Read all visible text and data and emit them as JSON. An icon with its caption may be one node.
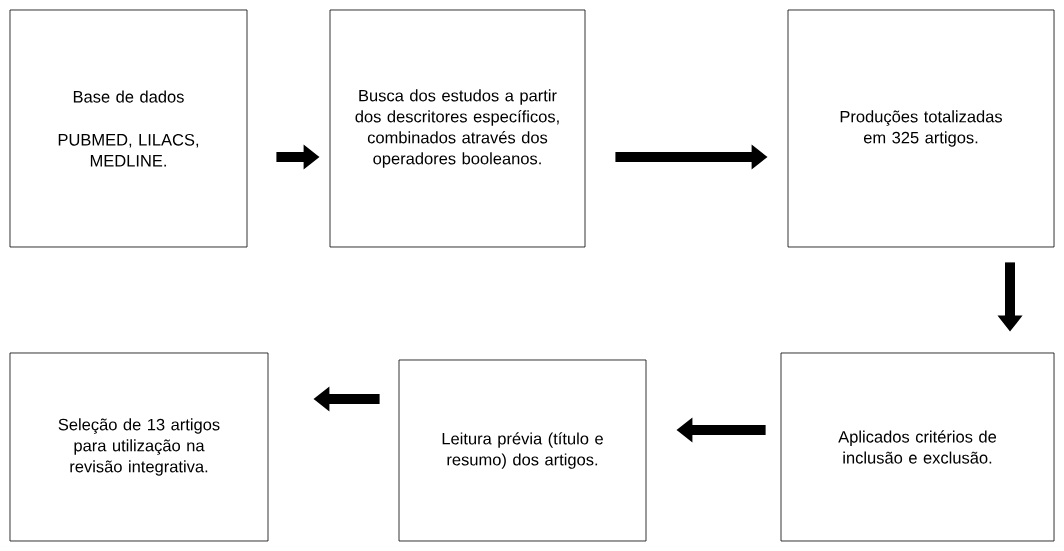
{
  "diagram": {
    "nodes": [
      {
        "text": [
          "Base de dados",
          "PUBMED, LILACS, MEDLINE."
        ]
      },
      {
        "text": [
          "Busca dos estudos a partir dos descritores específicos, combinados através dos operadores booleanos."
        ]
      },
      {
        "text": [
          "Produções totalizadas em 325 artigos."
        ]
      },
      {
        "text": [
          "Seleção de 13 artigos para utilização na revisão integrativa."
        ]
      },
      {
        "text": [
          "Leitura prévia (título e resumo) dos artigos."
        ]
      },
      {
        "text": [
          "Aplicados critérios de inclusão e exclusão."
        ]
      }
    ],
    "edges": [
      {
        "from": 0,
        "to": 1,
        "arrow": "to"
      },
      {
        "from": 1,
        "to": 2,
        "arrow": "to"
      },
      {
        "from": 2,
        "to": 5,
        "arrow": "to"
      },
      {
        "from": 5,
        "to": 4,
        "arrow": "to"
      },
      {
        "from": 4,
        "to": 3,
        "arrow": "to"
      }
    ]
  }
}
